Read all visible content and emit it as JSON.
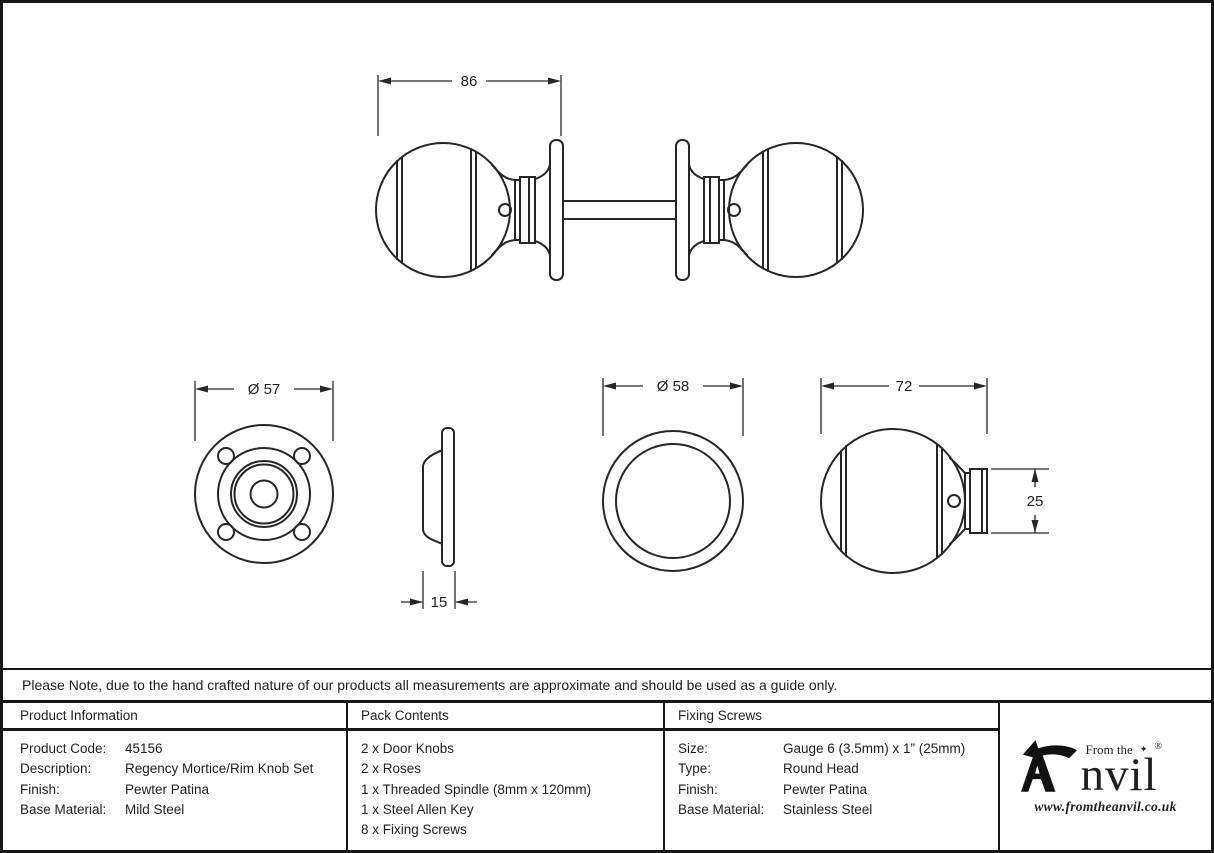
{
  "note": "Please Note, due to the hand crafted nature of our products all measurements are approximate and should be used as a guide only.",
  "drawing": {
    "dims": {
      "knob_set_width": "86",
      "rose_diameter": "Ø 57",
      "rose_depth": "15",
      "knob_face_diameter": "Ø 58",
      "knob_projection": "72",
      "collar_height": "25"
    }
  },
  "table": {
    "product_information": {
      "header": "Product Information",
      "rows": [
        {
          "label": "Product Code:",
          "value": "45156"
        },
        {
          "label": "Description:",
          "value": "Regency Mortice/Rim Knob Set"
        },
        {
          "label": "Finish:",
          "value": "Pewter Patina"
        },
        {
          "label": "Base Material:",
          "value": "Mild Steel"
        }
      ]
    },
    "pack_contents": {
      "header": "Pack Contents",
      "items": [
        "2 x Door Knobs",
        "2 x Roses",
        "1 x Threaded Spindle (8mm x 120mm)",
        "1 x Steel Allen Key",
        "8 x Fixing Screws"
      ]
    },
    "fixing_screws": {
      "header": "Fixing Screws",
      "rows": [
        {
          "label": "Size:",
          "value": "Gauge 6 (3.5mm) x 1” (25mm)"
        },
        {
          "label": "Type:",
          "value": "Round Head"
        },
        {
          "label": "Finish:",
          "value": "Pewter Patina"
        },
        {
          "label": "Base Material:",
          "value": "Stainless Steel"
        }
      ]
    }
  },
  "logo": {
    "tagline": "From the",
    "diamond": "✦",
    "registered": "®",
    "brand_suffix": "nvil",
    "website": "www.fromtheanvil.co.uk"
  }
}
